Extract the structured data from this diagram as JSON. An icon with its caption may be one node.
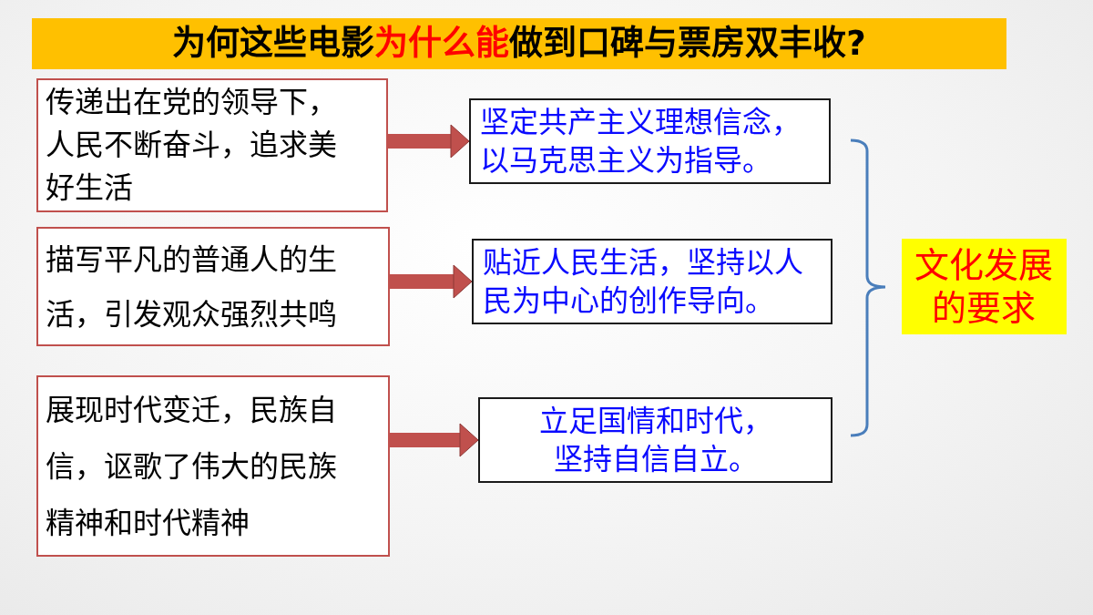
{
  "diagram": {
    "title": "为何这些电影**为什么能**做到口碑与票房双丰收?",
    "nodes": [
      {
        "text": [
          "传递出在党的领导下，人民不断奋斗，追求美好生活"
        ]
      },
      {
        "text": [
          "坚定共产主义理想信念，以马克思主义为指导。"
        ]
      },
      {
        "text": [
          "描写平凡的普通人的生活，引发观众强烈共鸣"
        ]
      },
      {
        "text": [
          "贴近人民生活，坚持以人民为中心的创作导向。"
        ]
      },
      {
        "text": [
          "展现时代变迁，民族自信，讴歌了伟大的民族精神和时代精神"
        ]
      },
      {
        "text": [
          "立足国情和时代，坚持自信自立。"
        ]
      },
      {
        "text": [
          "文化发展的要求"
        ]
      }
    ],
    "edges": [
      {
        "from": 0,
        "to": 1,
        "arrow": "to"
      },
      {
        "from": 2,
        "to": 3,
        "arrow": "to"
      },
      {
        "from": 4,
        "to": 5,
        "arrow": "to"
      }
    ]
  }
}
